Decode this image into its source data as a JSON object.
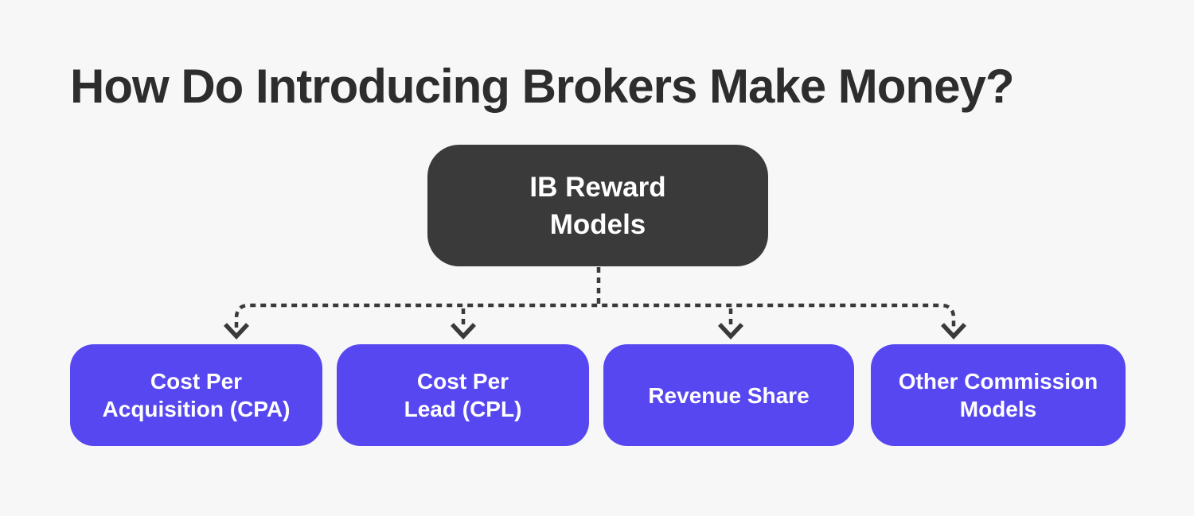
{
  "title": {
    "text": "How Do Introducing Brokers Make Money?",
    "color": "#2d2d2d"
  },
  "colors": {
    "background": "#f7f7f7",
    "root_box": "#3a3a3a",
    "child_box": "#5747f0",
    "box_text": "#ffffff",
    "connector": "#3a3a3a"
  },
  "diagram": {
    "root": {
      "name": "IB Reward Models",
      "lines": [
        "IB Reward",
        "Models"
      ]
    },
    "connector": {
      "line_style": "dashed",
      "arrow": "chevron-down"
    },
    "children": [
      {
        "name": "Cost Per Acquisition (CPA)",
        "lines": [
          "Cost Per",
          "Acquisition (CPA)"
        ]
      },
      {
        "name": "Cost Per Lead (CPL)",
        "lines": [
          "Cost Per",
          "Lead (CPL)"
        ]
      },
      {
        "name": "Revenue Share",
        "lines": [
          "Revenue Share"
        ]
      },
      {
        "name": "Other Commission Models",
        "lines": [
          "Other Commission",
          "Models"
        ]
      }
    ]
  }
}
